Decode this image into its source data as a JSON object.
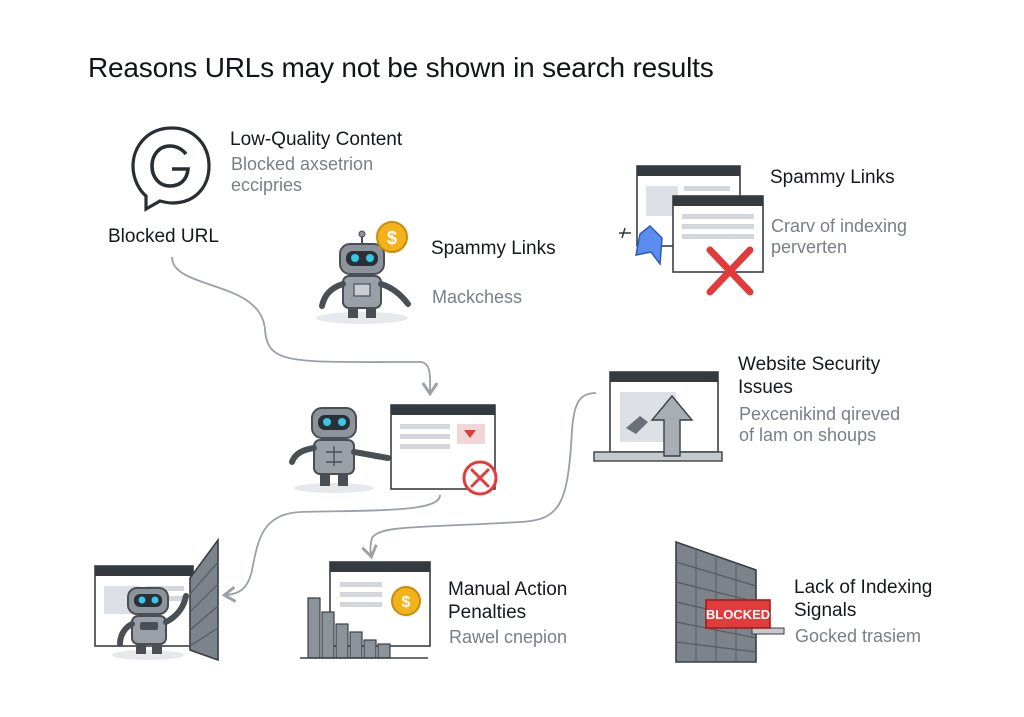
{
  "title": "Reasons URLs may not be shown in search results",
  "items": {
    "low_quality": {
      "label": "Low-Quality Content",
      "desc_line1": "Blocked axsetrion",
      "desc_line2": "eccipries"
    },
    "blocked_url": {
      "label": "Blocked URL"
    },
    "spammy_center": {
      "label": "Spammy Links",
      "desc": "Mackchess"
    },
    "spammy_top": {
      "label": "Spammy Links",
      "desc_line1": "Crarv of indexing",
      "desc_line2": "perverten"
    },
    "security": {
      "label_line1": "Website Security",
      "label_line2": "Issues",
      "desc_line1": "Pexcenikind qireved",
      "desc_line2": "of lam on shoups"
    },
    "manual": {
      "label_line1": "Manual Action",
      "label_line2": "Penalties",
      "desc": "Rawel cnepion"
    },
    "indexing": {
      "label_line1": "Lack of Indexing",
      "label_line2": "Signals",
      "desc": "Gocked trasiem"
    },
    "blocked_sign": "BLOCKED",
    "dollar": "$"
  },
  "colors": {
    "accent_red": "#e23b3b",
    "accent_blue": "#5b8def",
    "coin": "#f2b21b",
    "robot": "#8d939b",
    "eye": "#37c7e8",
    "line": "#9aa0a6"
  },
  "icons": [
    "chat-g-icon",
    "robot-icon",
    "browser-window-icon",
    "x-mark-icon",
    "cursor-icon",
    "upload-arrow-icon",
    "brick-wall-icon",
    "dollar-coin-icon",
    "bar-chart-icon"
  ]
}
